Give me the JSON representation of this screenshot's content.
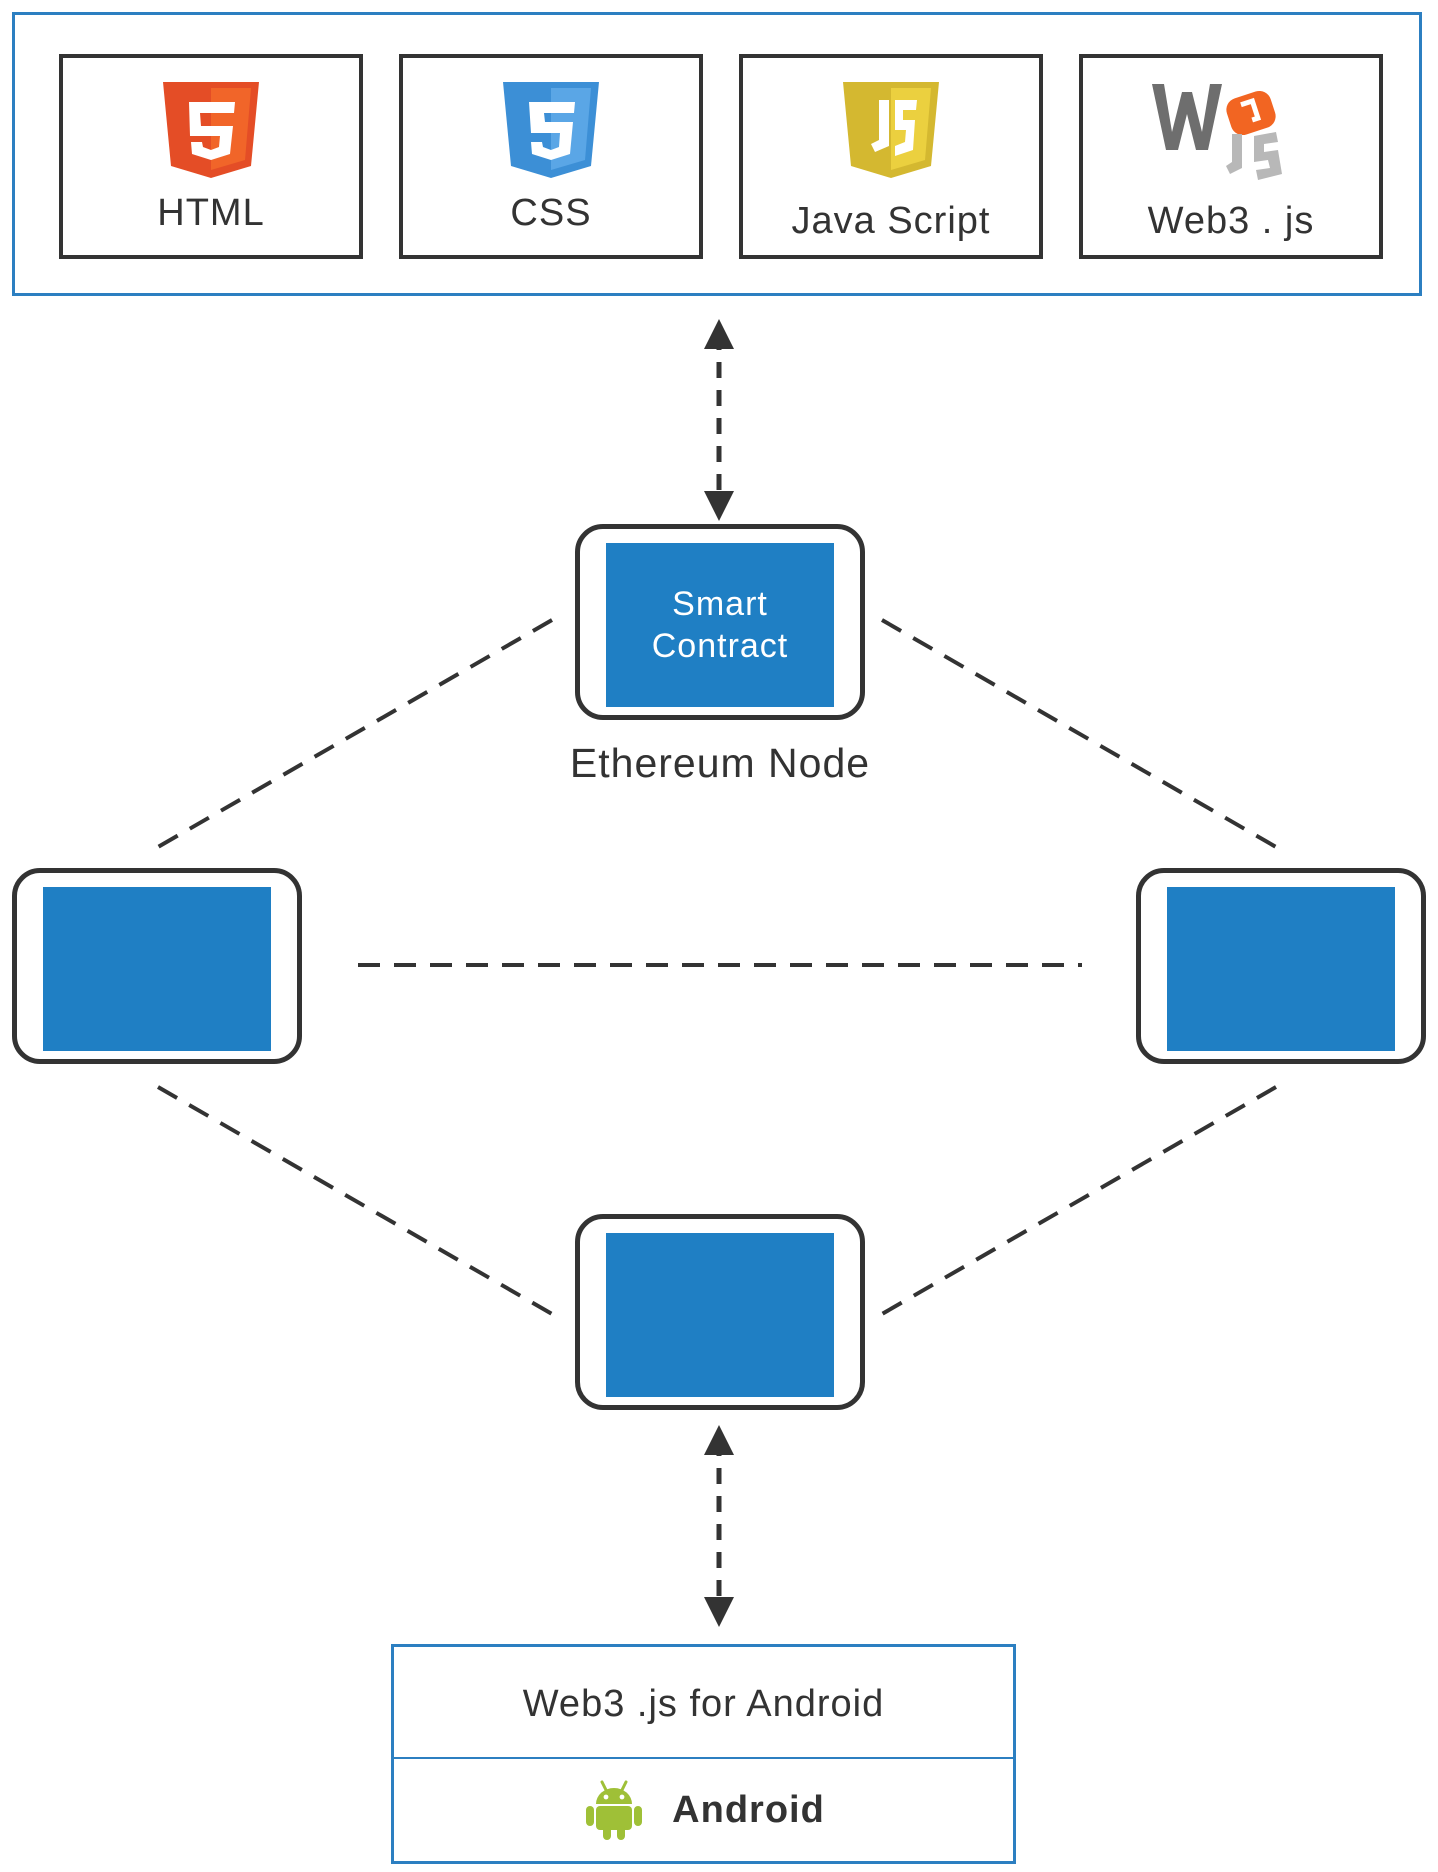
{
  "frontend": {
    "items": [
      {
        "label": "HTML",
        "icon": "html5-icon",
        "color": "#e44d26"
      },
      {
        "label": "CSS",
        "icon": "css3-icon",
        "color": "#3c8fd6"
      },
      {
        "label": "Java Script",
        "icon": "javascript-icon",
        "color": "#d4b830"
      },
      {
        "label": "Web3 . js",
        "icon": "web3js-icon",
        "color": "#f26522"
      }
    ]
  },
  "network": {
    "smart_contract_line1": "Smart",
    "smart_contract_line2": "Contract",
    "node_label": "Ethereum Node"
  },
  "android": {
    "library_label": "Web3 .js for  Android",
    "platform_label": "Android",
    "icon": "android-icon",
    "color": "#9fc037"
  },
  "colors": {
    "accent_blue": "#2c7fc1",
    "node_fill": "#1f7fc4",
    "outline": "#333333"
  }
}
